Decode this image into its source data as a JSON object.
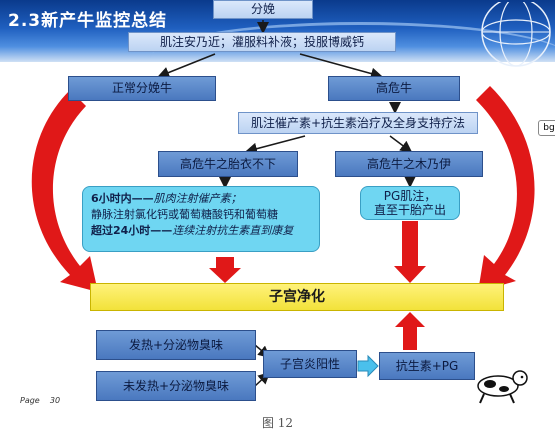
{
  "header": {
    "title": "2.3新产牛监控总结"
  },
  "nodes": {
    "calving": "分娩",
    "initial_treatment": "肌注安乃近；灌服料补液；投服博威钙",
    "normal_cow": "正常分娩牛",
    "high_risk_cow": "高危牛",
    "high_risk_treatment": "肌注催产素+抗生素治疗及全身支持疗法",
    "retained_placenta": "高危牛之胎衣不下",
    "mummy": "高危牛之木乃伊",
    "placenta_line1_bold": "6小时内——",
    "placenta_line1_rest": "肌肉注射催产素；",
    "placenta_line2": "静脉注射氯化钙或葡萄糖酸钙和葡萄糖",
    "placenta_line3_bold": "超过24小时——",
    "placenta_line3_rest": "连续注射抗生素直到康复",
    "mummy_treatment_line1": "PG肌注，",
    "mummy_treatment_line2": "直至干胎产出",
    "uterus_cleaning": "子宫净化",
    "fever_discharge": "发热+分泌物臭味",
    "nofever_discharge": "未发热+分泌物臭味",
    "endometritis_positive": "子宫炎阳性",
    "antibiotic_pg": "抗生素+PG"
  },
  "footer": {
    "page_label": "Page",
    "page_number": "30",
    "caption": "图 12"
  },
  "side_tag": "bg",
  "colors": {
    "banner": "#1f5fbf",
    "arrow_red": "#e01818",
    "connector": "#1a1a1a",
    "highlight_yellow": "#fff27a"
  }
}
